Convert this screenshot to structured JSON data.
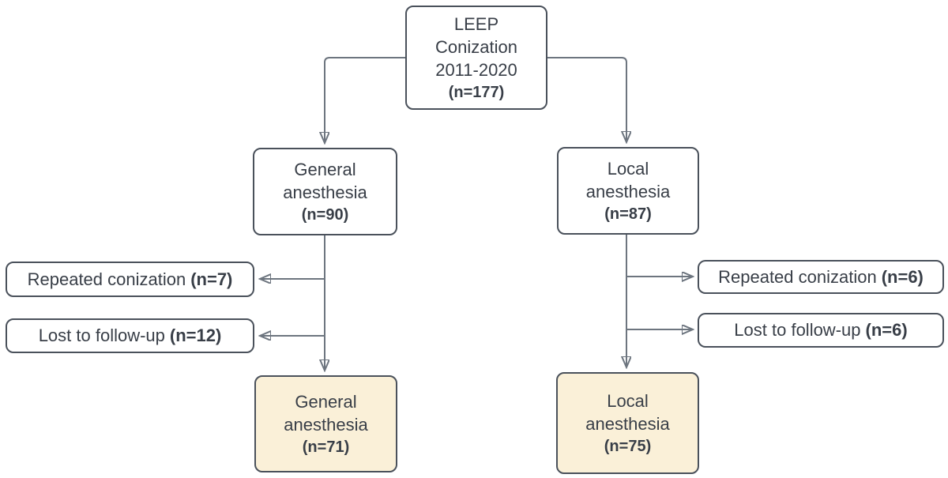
{
  "diagram": {
    "name": "LEEP conization study flow diagram",
    "colors": {
      "background": "#ffffff",
      "box_border": "#4a515b",
      "box_fill": "#ffffff",
      "highlight_fill": "#faf0d8",
      "connector_line": "#6d757f",
      "arrowhead": "#3a414c",
      "text": "#383e47"
    },
    "nodes": {
      "root": {
        "lines": [
          "LEEP",
          "Conization",
          "2011-2020"
        ],
        "count": "(n=177)"
      },
      "general": {
        "lines": [
          "General",
          "anesthesia"
        ],
        "count": "(n=90)"
      },
      "local": {
        "lines": [
          "Local",
          "anesthesia"
        ],
        "count": "(n=87)"
      },
      "repeated_left": {
        "label": "Repeated conization",
        "count": "(n=7)"
      },
      "lost_left": {
        "label": "Lost to follow-up",
        "count": "(n=12)"
      },
      "repeated_right": {
        "label": "Repeated conization",
        "count": "(n=6)"
      },
      "lost_right": {
        "label": "Lost to follow-up",
        "count": "(n=6)"
      },
      "general_final": {
        "lines": [
          "General",
          "anesthesia"
        ],
        "count": "(n=71)"
      },
      "local_final": {
        "lines": [
          "Local",
          "anesthesia"
        ],
        "count": "(n=75)"
      }
    }
  }
}
